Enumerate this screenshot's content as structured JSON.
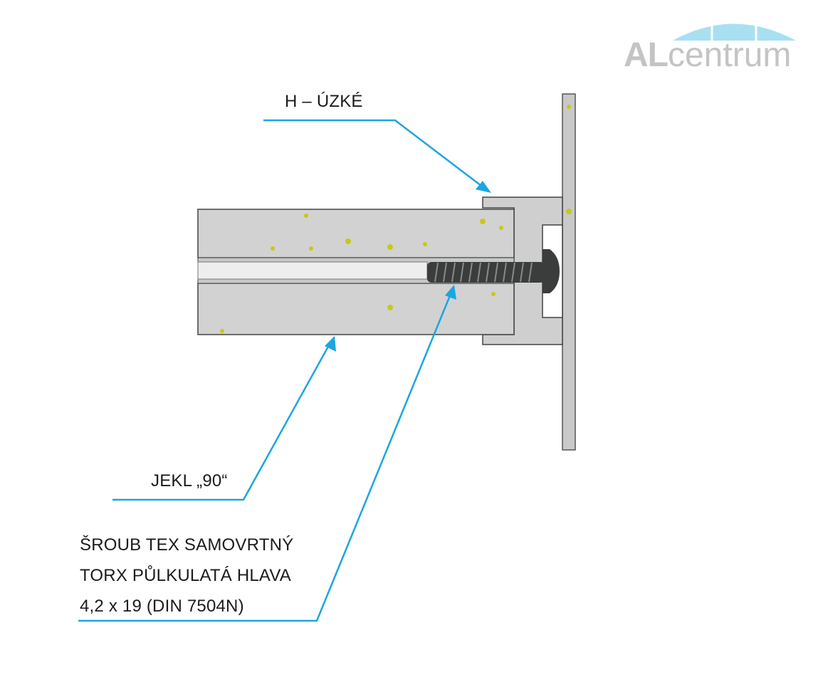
{
  "logo": {
    "brand_bold": "AL",
    "brand_light": "centrum"
  },
  "labels": {
    "profile": "H – ÚZKÉ",
    "tube": "JEKL „90“",
    "screw_lines": [
      "ŠROUB TEX SAMOVRTNÝ",
      "TORX PŮLKULATÁ HLAVA",
      "4,2 x 19 (DIN 7504N)"
    ]
  },
  "colors": {
    "leader": "#1aa6e0",
    "panel": "#d2d2d2",
    "screw": "#3a3d3b",
    "logo_arc": "#a8e0f2"
  }
}
